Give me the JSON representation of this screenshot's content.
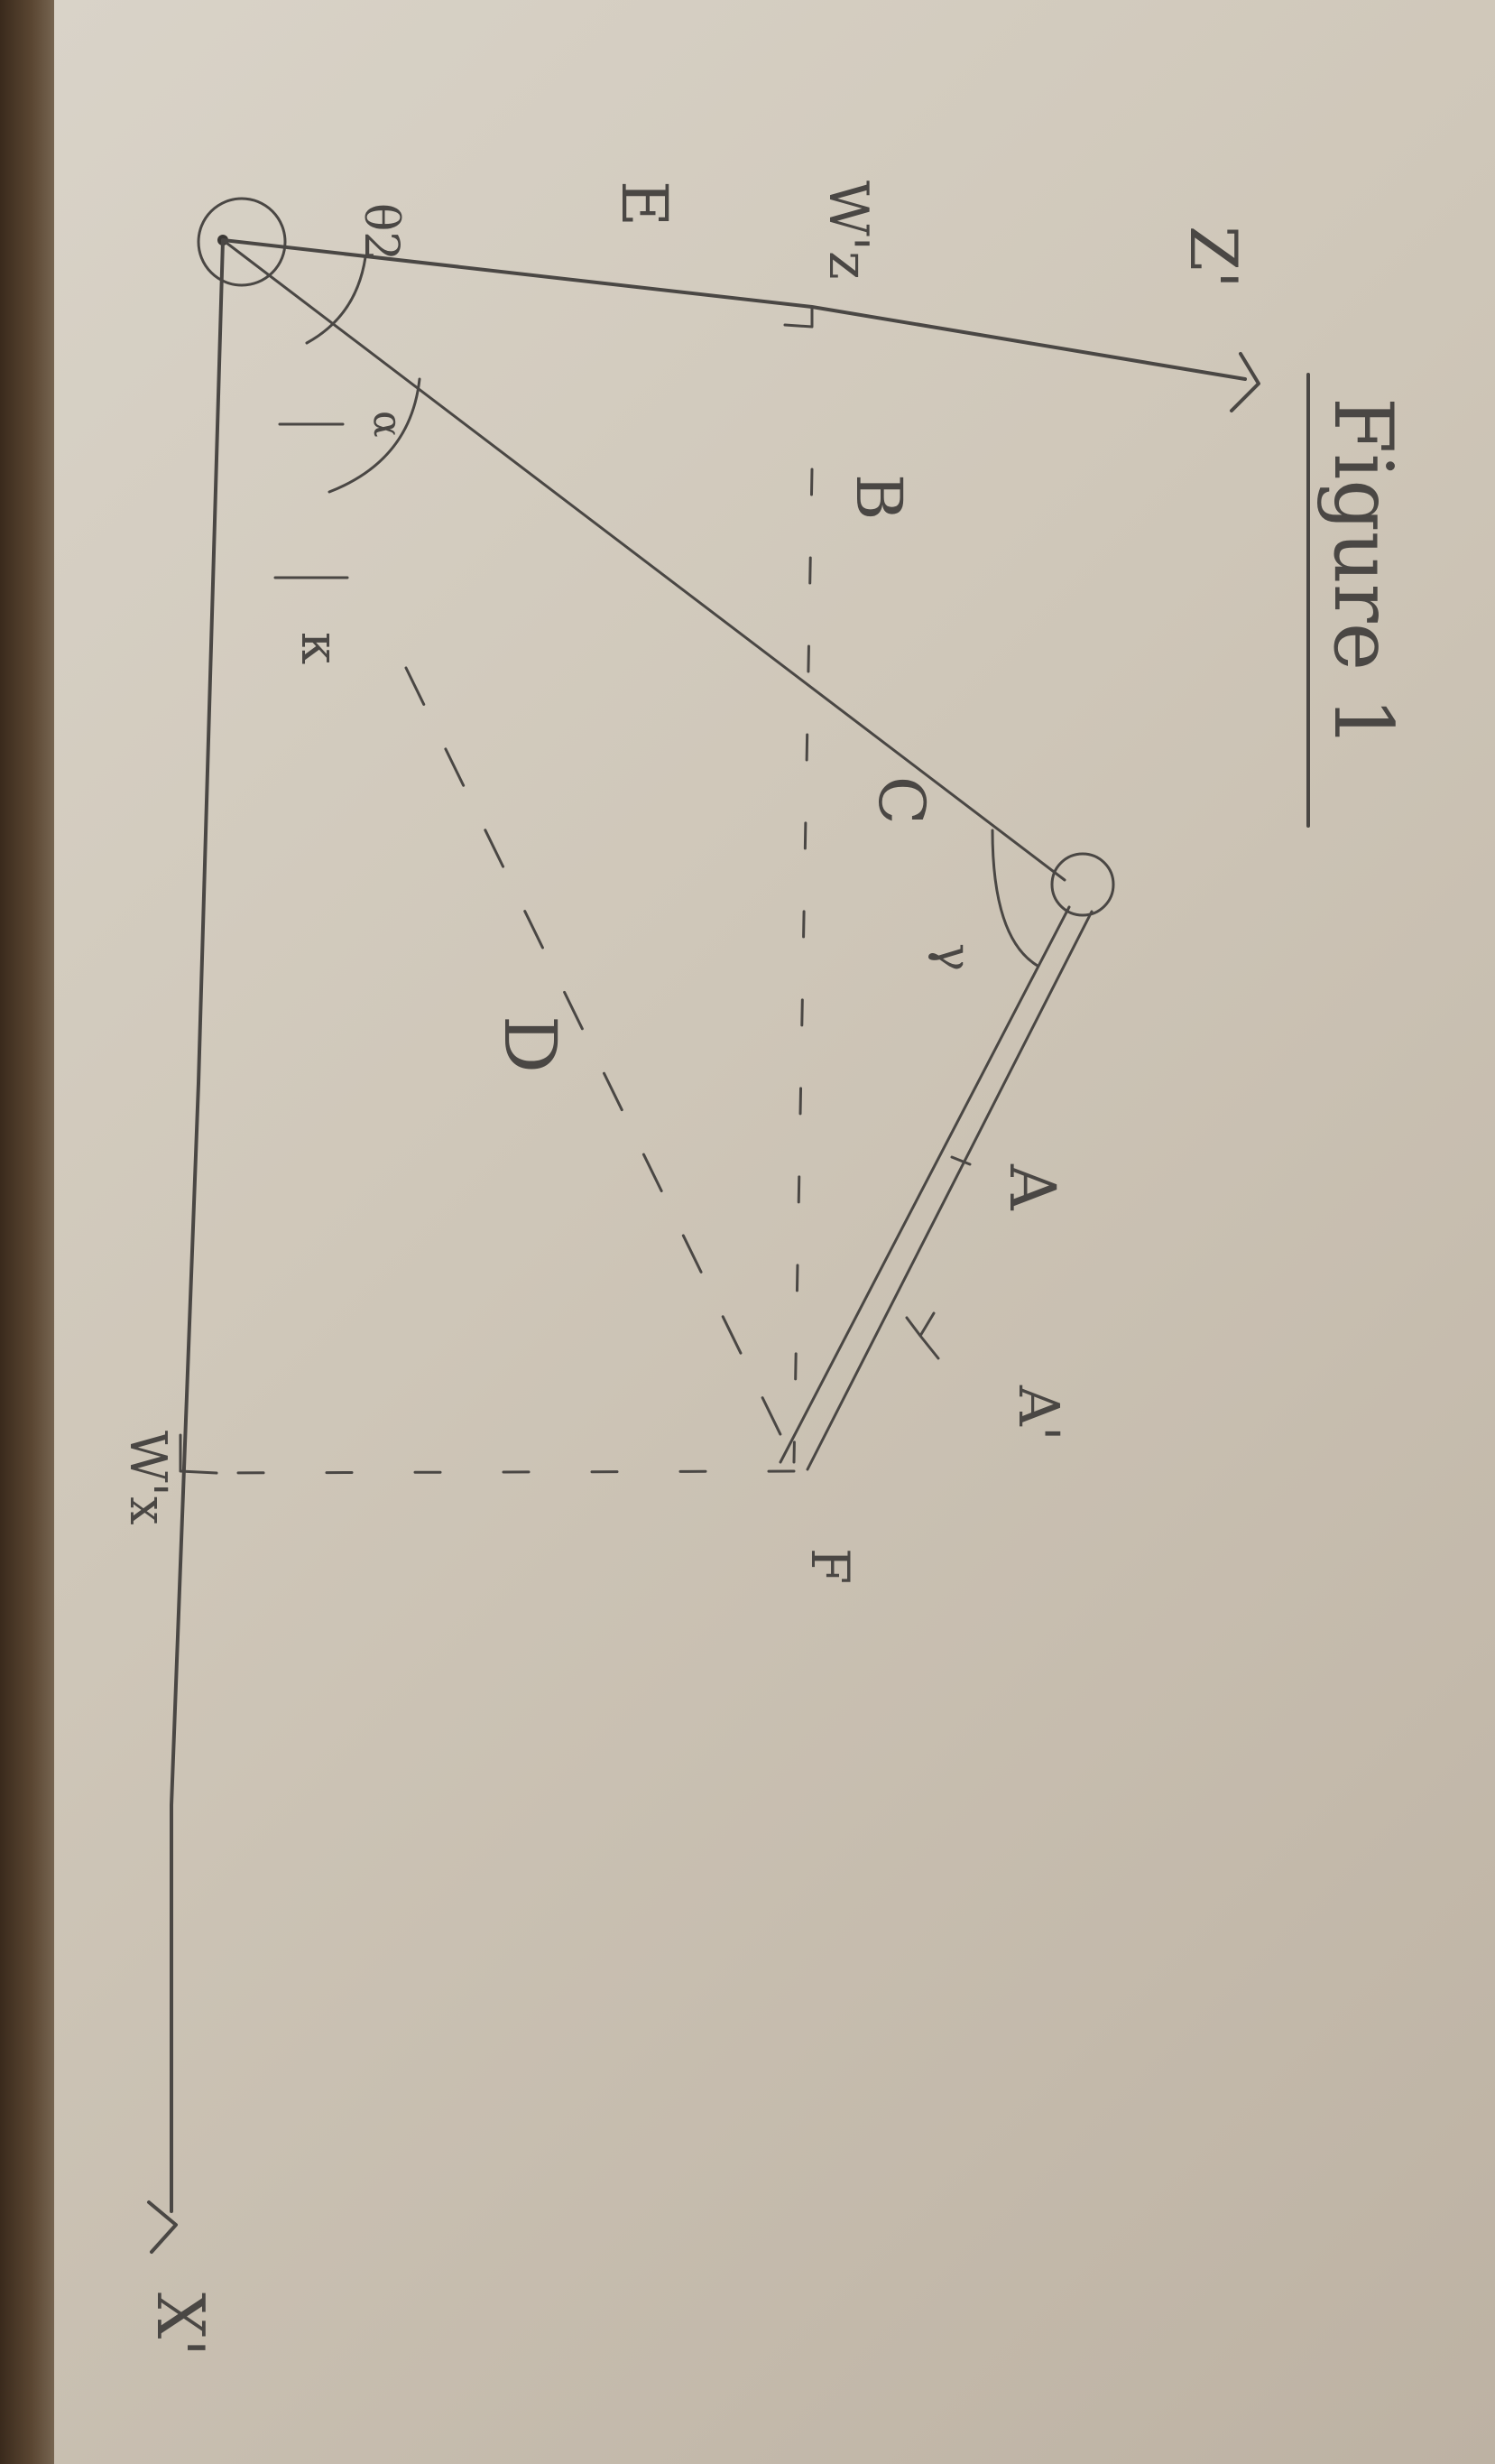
{
  "figure": {
    "title": "Figure 1",
    "labels": {
      "z_axis": "Z'",
      "x_axis": "X'",
      "w_z": "W'z",
      "w_x": "W'x",
      "E": "E",
      "B": "B",
      "C": "C",
      "D": "D",
      "A": "A",
      "A_prime": "A'",
      "F": "F",
      "theta": "θ2",
      "alpha": "α",
      "kappa": "κ",
      "gamma": "γ"
    }
  },
  "colors": {
    "ink": "#4a4744",
    "paper": "#d9d3c8"
  }
}
